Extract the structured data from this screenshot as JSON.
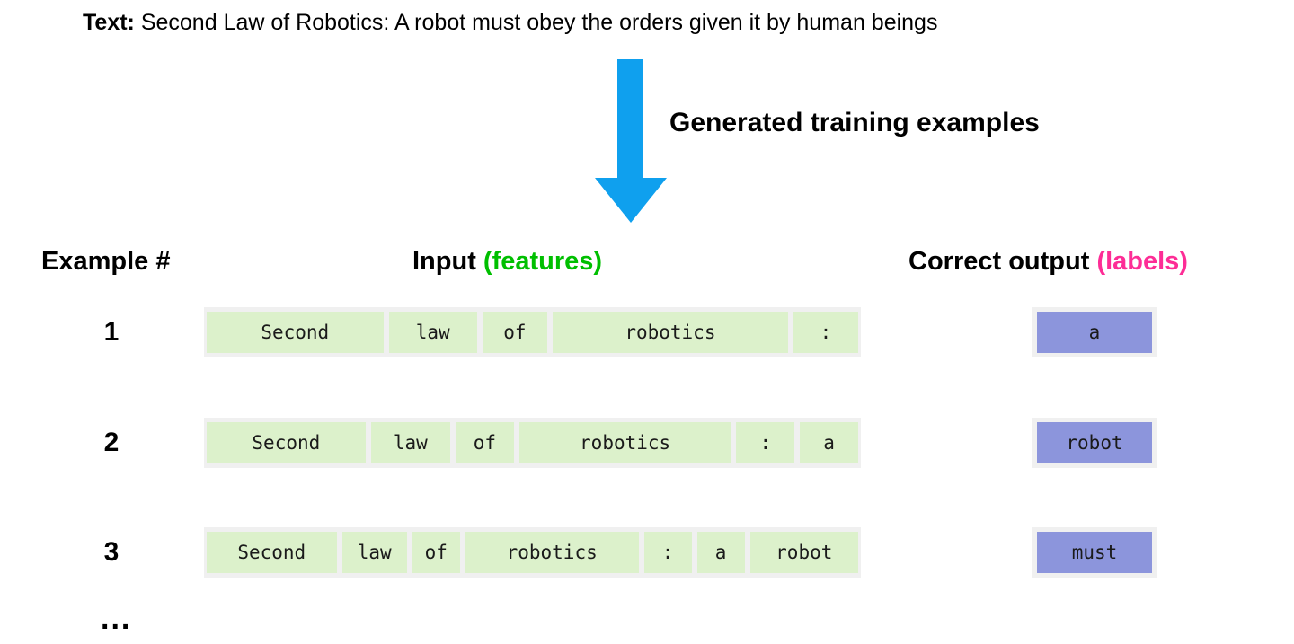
{
  "source": {
    "lead_label": "Text:",
    "sentence": "Second Law of Robotics: A robot must obey the orders given it by human beings"
  },
  "arrow": {
    "caption": "Generated training examples",
    "color": "#0fa0ee"
  },
  "headers": {
    "example": "Example #",
    "input_main": "Input ",
    "input_accent": "(features)",
    "output_main": "Correct output ",
    "output_accent": "(labels)"
  },
  "colors": {
    "feature_cell": "#dcf1cb",
    "label_cell": "#8c95dc",
    "track": "#f0f0f0",
    "accent_green": "#00bf00",
    "accent_magenta": "#fd2d96",
    "arrow_blue": "#0fa0ee"
  },
  "rows": [
    {
      "number": "1",
      "features": [
        "Second",
        "law",
        "of",
        "robotics",
        ":"
      ],
      "label": "a"
    },
    {
      "number": "2",
      "features": [
        "Second",
        "law",
        "of",
        "robotics",
        ":",
        "a"
      ],
      "label": "robot"
    },
    {
      "number": "3",
      "features": [
        "Second",
        "law",
        "of",
        "robotics",
        ":",
        "a",
        "robot"
      ],
      "label": "must"
    }
  ],
  "continuation": "..."
}
